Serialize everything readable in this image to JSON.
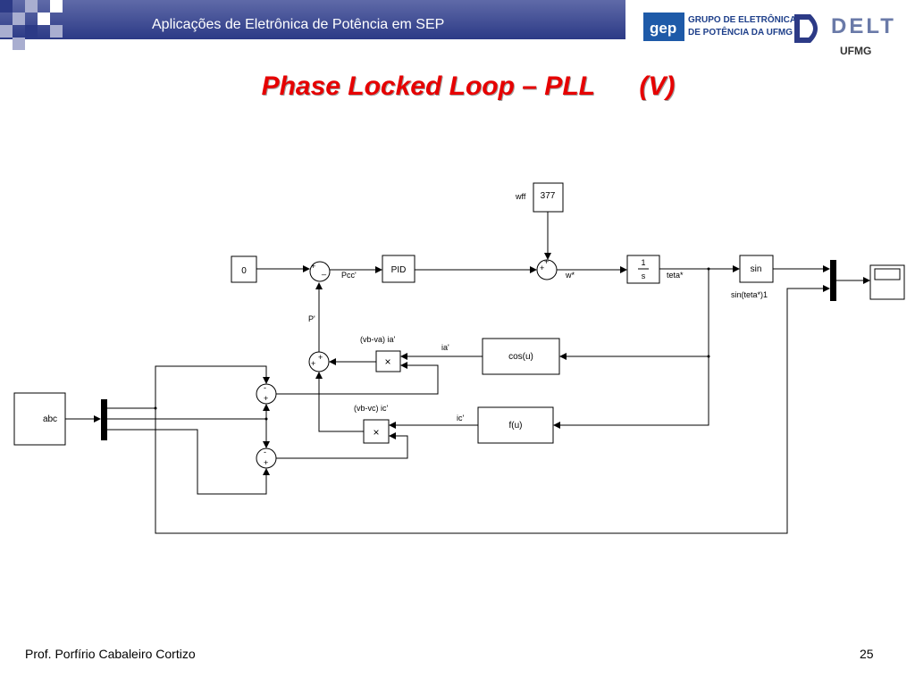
{
  "header": {
    "title": "Aplicações de Eletrônica de Potência em SEP",
    "gep_abbrev": "gep",
    "gep_line1": "GRUPO DE ELETRÔNICA",
    "gep_line2": "DE POTÊNCIA DA UFMG",
    "delt": "DELT",
    "ufmg": "UFMG"
  },
  "slide": {
    "title": "Phase Locked Loop – PLL      (V)"
  },
  "diagram": {
    "blocks": {
      "const_zero": "0",
      "pid": "PID",
      "const_377": "377",
      "int_num": "1",
      "int_den": "s",
      "sin": "sin",
      "cos": "cos(u)",
      "f": "f(u)",
      "abc": "abc",
      "mult": "×"
    },
    "labels": {
      "wff": "wff",
      "pcc": "Pcc'",
      "w": "w*",
      "teta": "teta*",
      "sin_teta": "sin(teta*)1",
      "p": "P'",
      "vbva_ia": "(vb-va) ia'",
      "ia": "ia'",
      "vbvc_ic": "(vb-vc) ic'",
      "ic": "ic'"
    },
    "signs": {
      "plus": "+",
      "minus": "_",
      "minus_dash": "-"
    }
  },
  "footer": {
    "author": "Prof. Porfírio Cabaleiro Cortizo",
    "page": "25"
  }
}
